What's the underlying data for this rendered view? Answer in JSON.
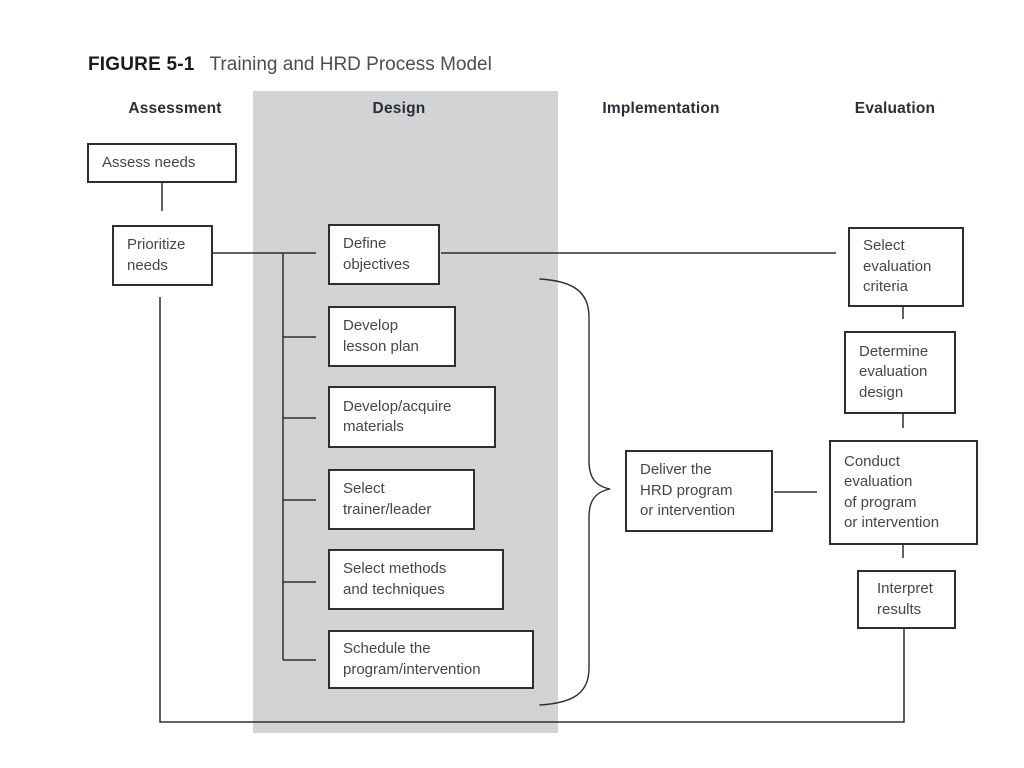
{
  "figure": {
    "label": "FIGURE 5-1",
    "title": "Training and HRD Process Model"
  },
  "phases": {
    "assessment": "Assessment",
    "design": "Design",
    "implementation": "Implementation",
    "evaluation": "Evaluation"
  },
  "boxes": {
    "assess_needs": "Assess needs",
    "prioritize_needs": "Prioritize\nneeds",
    "define_objectives": "Define\nobjectives",
    "develop_lesson_plan": "Develop\nlesson plan",
    "develop_acquire_materials": "Develop/acquire\nmaterials",
    "select_trainer_leader": "Select\ntrainer/leader",
    "select_methods_techniques": "Select methods\nand techniques",
    "schedule_program_intervention": "Schedule the\nprogram/intervention",
    "deliver_hrd_program": "Deliver the\nHRD program\nor intervention",
    "select_evaluation_criteria": "Select\nevaluation\ncriteria",
    "determine_evaluation_design": "Determine\nevaluation\ndesign",
    "conduct_evaluation": "Conduct\nevaluation\nof program\nor intervention",
    "interpret_results": "Interpret\nresults"
  },
  "colors": {
    "background": "#ffffff",
    "design_band": "#d1d3d4",
    "box_fill": "#ffffff",
    "box_border": "#2e2e30",
    "connector": "#2e2e30",
    "text": "#45464c",
    "heading_text": "#2c2e36",
    "figure_label_color": "#1a1a1a",
    "figure_title_color": "#4c4d52"
  }
}
